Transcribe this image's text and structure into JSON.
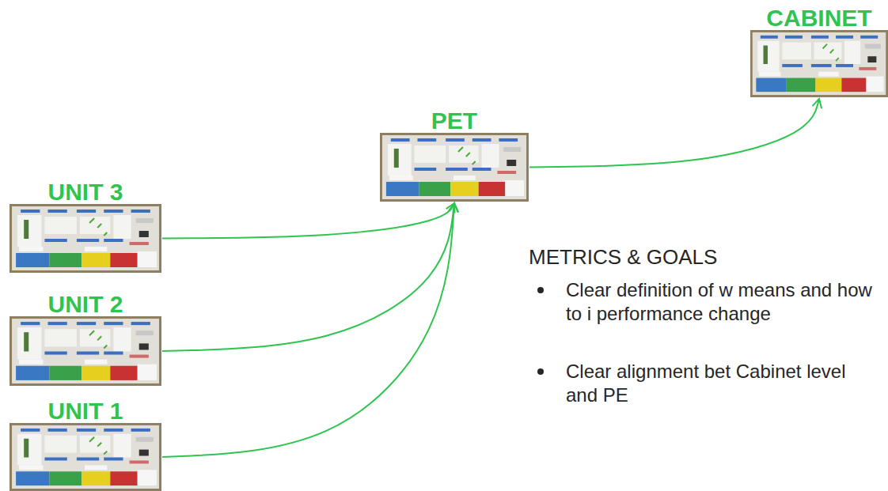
{
  "diagram": {
    "nodes": [
      {
        "text": [
          "CABINET"
        ]
      },
      {
        "text": [
          "PET"
        ]
      },
      {
        "text": [
          "UNIT 3"
        ]
      },
      {
        "text": [
          "UNIT 2"
        ]
      },
      {
        "text": [
          "UNIT 1"
        ]
      }
    ],
    "edges": [
      {
        "from": 2,
        "to": 1,
        "arrow": "to"
      },
      {
        "from": 3,
        "to": 1,
        "arrow": "to"
      },
      {
        "from": 4,
        "to": 1,
        "arrow": "to"
      },
      {
        "from": 1,
        "to": 0,
        "arrow": "to"
      }
    ],
    "labels": [
      "METRICS & GOALS",
      "Clear definition of w means and how to i performance change",
      "Clear alignment bet Cabinet level and PE"
    ]
  }
}
